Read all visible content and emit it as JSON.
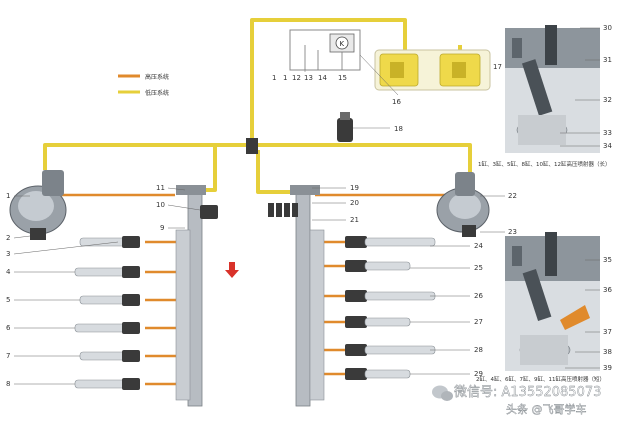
{
  "legend": {
    "high_pressure": {
      "label": "高压系统",
      "color": "#e08a2c"
    },
    "low_pressure": {
      "label": "低压系统",
      "color": "#e6cf3a"
    }
  },
  "callouts_left": [
    "1",
    "2",
    "3",
    "4",
    "5",
    "6",
    "7",
    "8",
    "9",
    "10",
    "11"
  ],
  "callouts_top": [
    "1",
    "1",
    "12",
    "13",
    "14",
    "15",
    "16",
    "17",
    "18"
  ],
  "callouts_right_bank": [
    "19",
    "20",
    "21",
    "22",
    "23",
    "24",
    "25",
    "26",
    "27",
    "28",
    "29"
  ],
  "callouts_detail": [
    "30",
    "31",
    "32",
    "33",
    "34",
    "35",
    "36",
    "37",
    "38",
    "39"
  ],
  "notes": {
    "upper_bank": "1缸、3缸、5缸、8缸、10缸、12缸高压喷射器（长）",
    "lower_bank": "2缸、4缸、6缸、7缸、9缸、11缸高压喷射器（短）"
  },
  "sensor_symbol": "K",
  "watermark": {
    "line1": "微信号: A13552085073",
    "line2": "头条 @飞哥学车"
  },
  "colors": {
    "hp": "#e08a2c",
    "lp": "#e6cf3a",
    "rail": "#b7bcc2",
    "arrow_red": "#d9322a"
  }
}
